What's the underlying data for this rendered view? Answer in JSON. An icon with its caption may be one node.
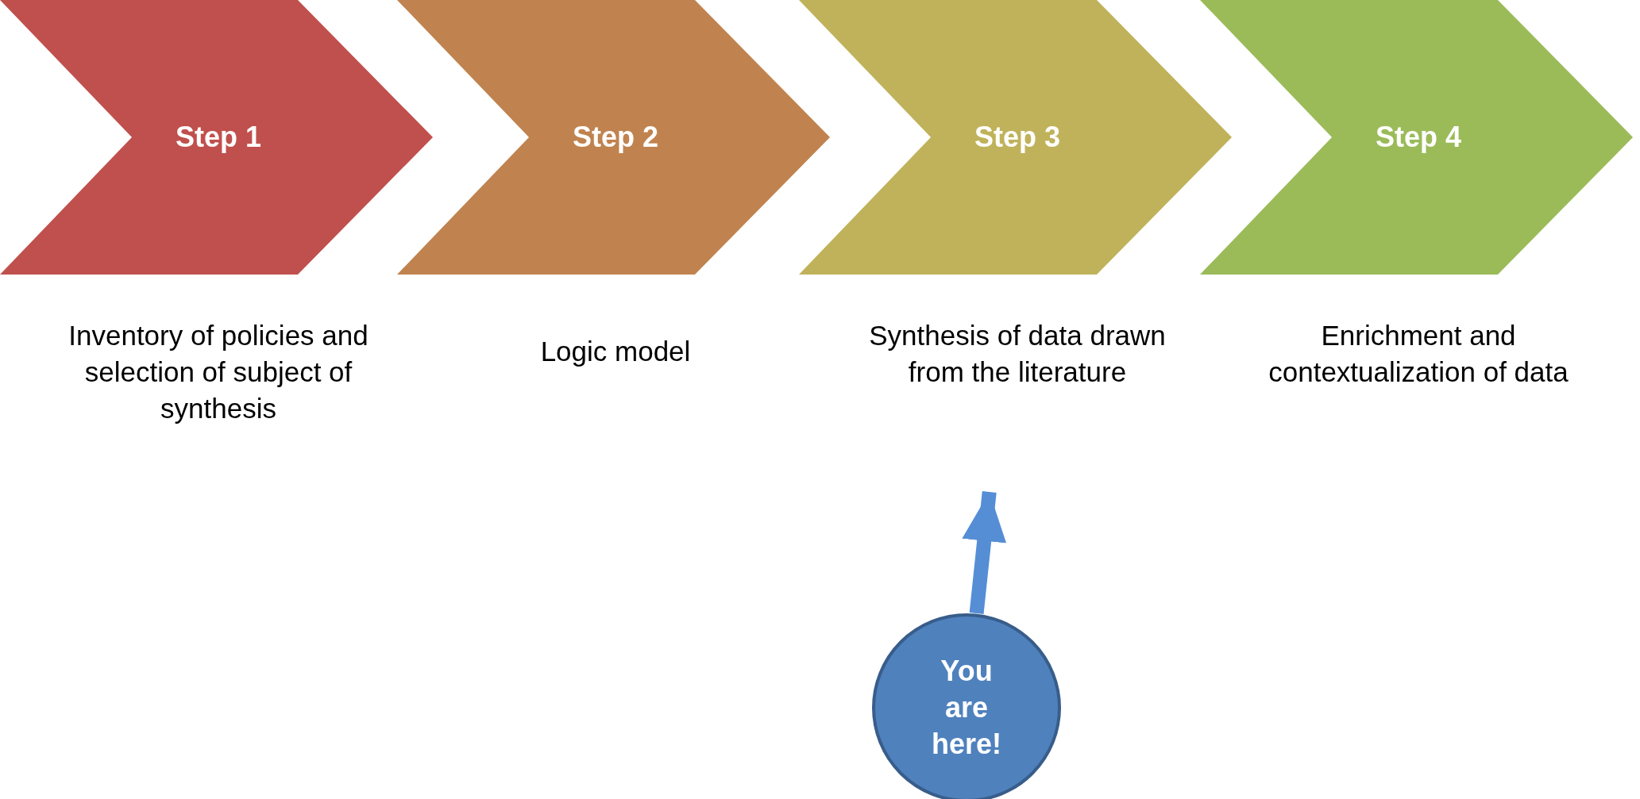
{
  "diagram": {
    "nodes": [
      {
        "text": [
          "Step 1"
        ],
        "beside": [
          "Inventory of policies and selection of subject of synthesis"
        ]
      },
      {
        "text": [
          "Step 2"
        ],
        "beside": [
          "Logic model"
        ]
      },
      {
        "text": [
          "Step 3"
        ],
        "beside": [
          "Synthesis of data drawn from the literature"
        ]
      },
      {
        "text": [
          "Step 4"
        ],
        "beside": [
          "Enrichment and contextualization of data"
        ]
      },
      {
        "text": [
          "You are here!"
        ]
      }
    ],
    "edges": [
      {
        "from": 4,
        "to": 2,
        "arrow": "to"
      }
    ]
  }
}
